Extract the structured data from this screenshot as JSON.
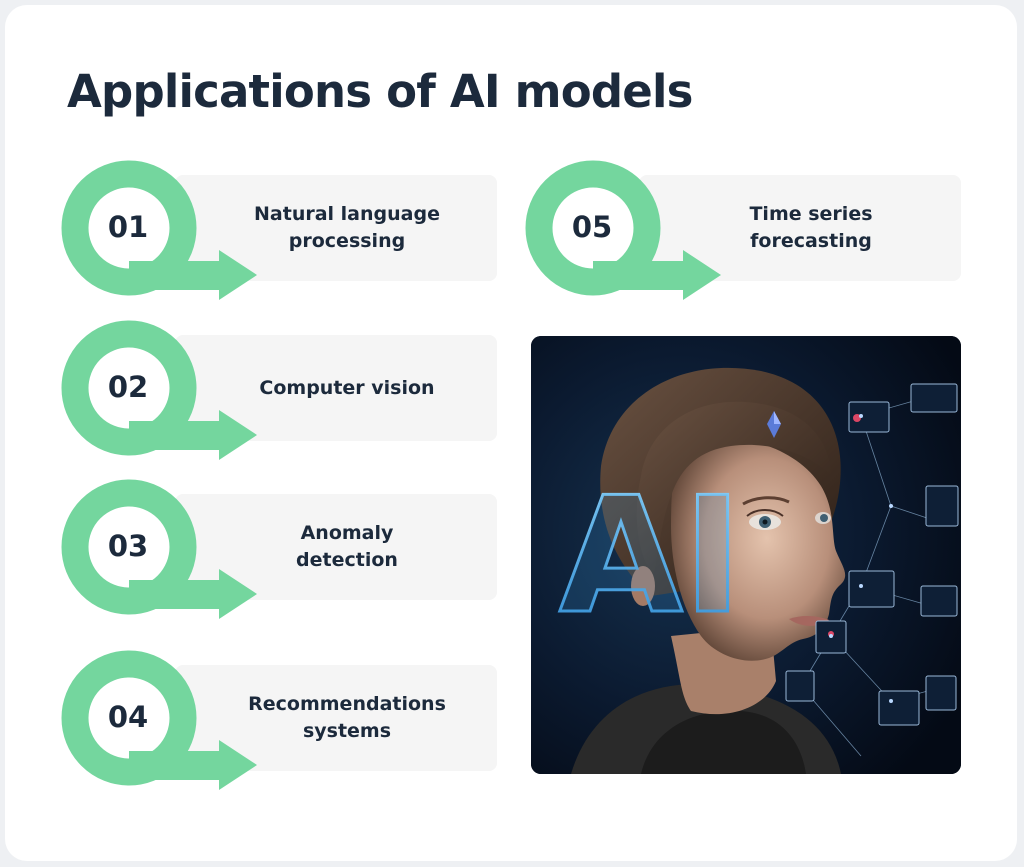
{
  "title": "Applications of AI models",
  "colors": {
    "accent": "#74d69e",
    "text": "#1c2a3c",
    "box": "#f5f5f5",
    "background": "#ffffff"
  },
  "items": [
    {
      "number": "01",
      "label": "Natural language\nprocessing"
    },
    {
      "number": "02",
      "label": "Computer vision"
    },
    {
      "number": "03",
      "label": "Anomaly\ndetection"
    },
    {
      "number": "04",
      "label": "Recommendations\nsystems"
    },
    {
      "number": "05",
      "label": "Time series\nforecasting"
    }
  ],
  "image": {
    "overlay_text": "AI",
    "icon": "ai-portrait-image"
  }
}
